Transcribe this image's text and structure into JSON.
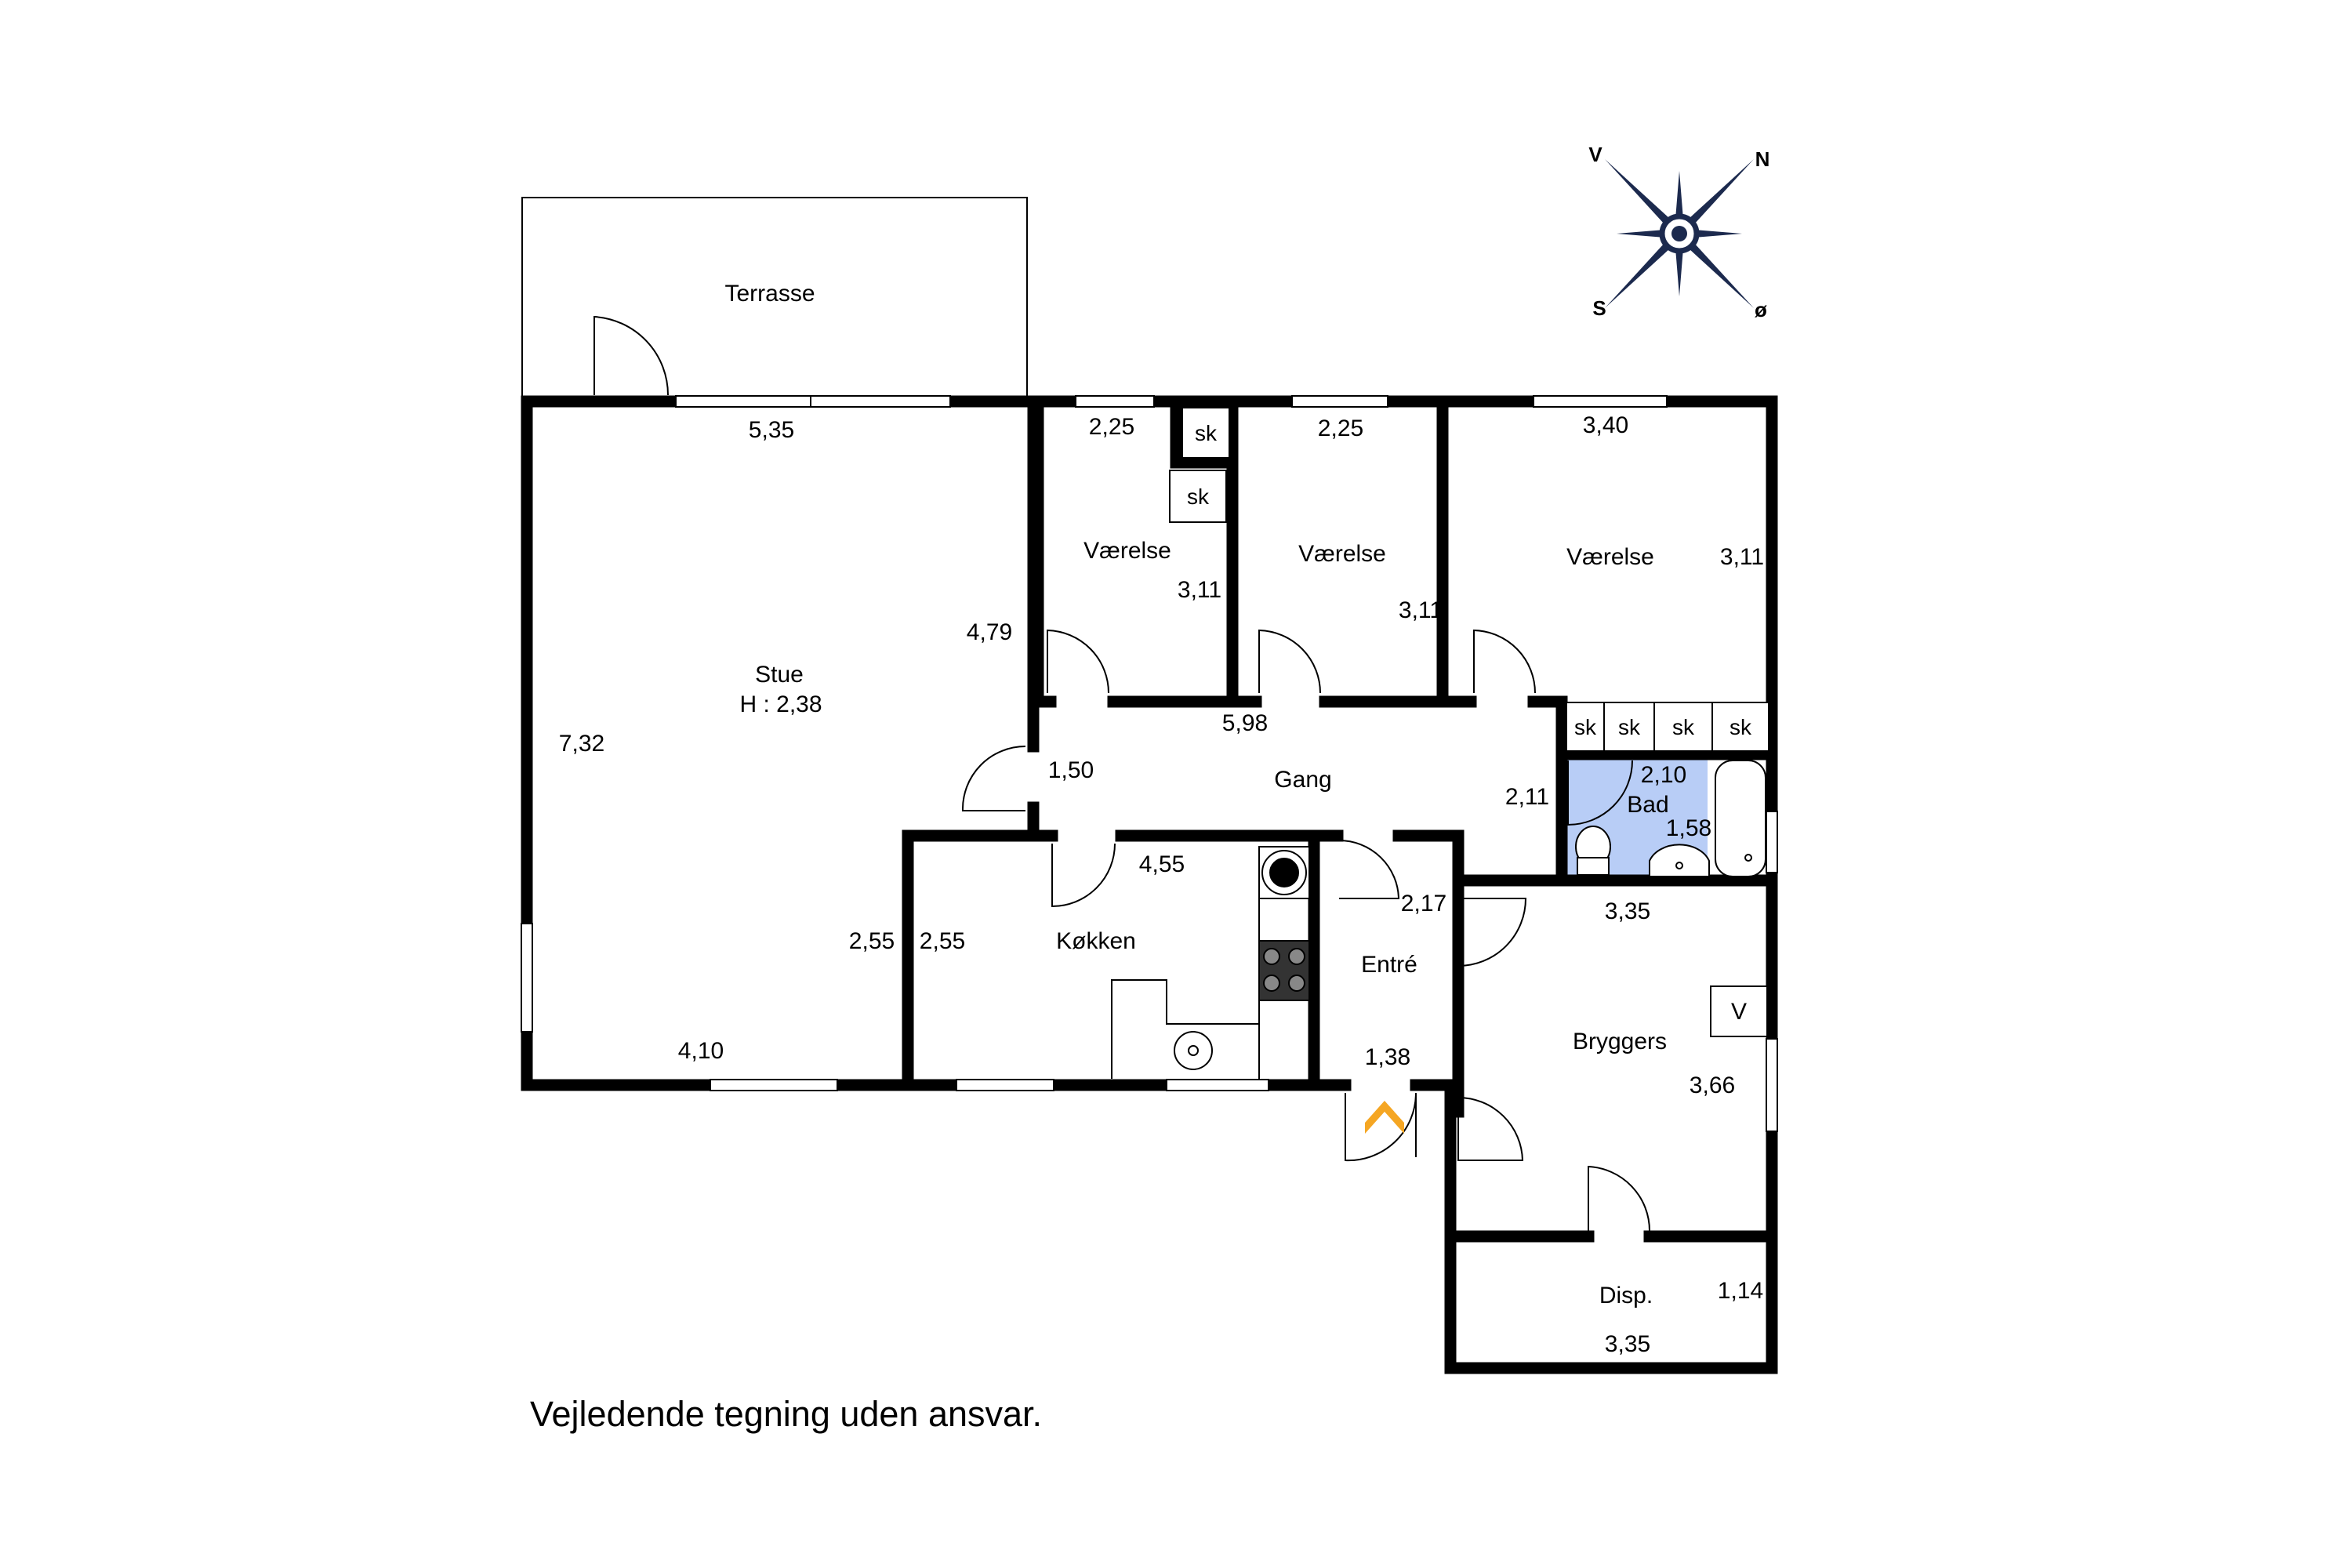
{
  "rooms": {
    "terrasse": "Terrasse",
    "stue": "Stue",
    "stue_height": "H : 2,38",
    "vaerelse_1": "Værelse",
    "vaerelse_2": "Værelse",
    "vaerelse_3": "Værelse",
    "gang": "Gang",
    "bad": "Bad",
    "koekken": "Køkken",
    "entre": "Entré",
    "bryggers": "Bryggers",
    "disp": "Disp."
  },
  "dimensions": {
    "terrasse_width": "5,35",
    "stue_length": "7,32",
    "stue_right": "4,79",
    "stue_bottom": "4,10",
    "stue_step": "2,55",
    "v1_width": "2,25",
    "v1_depth": "3,11",
    "v2_width": "2,25",
    "v2_depth": "3,11",
    "v3_width": "3,40",
    "v3_depth": "3,11",
    "gang_length": "5,98",
    "gang_width": "1,50",
    "gang_right": "2,11",
    "bad_width": "2,10",
    "bad_depth": "1,58",
    "koekken_width": "4,55",
    "koekken_depth": "2,55",
    "entre_depth": "2,17",
    "entre_width": "1,38",
    "bryggers_width": "3,35",
    "bryggers_depth": "3,66",
    "disp_depth": "1,14",
    "disp_width": "3,35"
  },
  "closets": [
    "sk",
    "sk",
    "sk",
    "sk",
    "sk",
    "sk"
  ],
  "fixtures": {
    "ventilation": "V"
  },
  "compass": {
    "n": "N",
    "v": "V",
    "s": "S",
    "o": "ø"
  },
  "colors": {
    "wall": "#000000",
    "bath_floor": "#b8cdf6",
    "compass": "#1c2a4e",
    "entry_arrow": "#f5a623"
  },
  "footer": {
    "disclaimer": "Vejledende tegning uden ansvar."
  }
}
